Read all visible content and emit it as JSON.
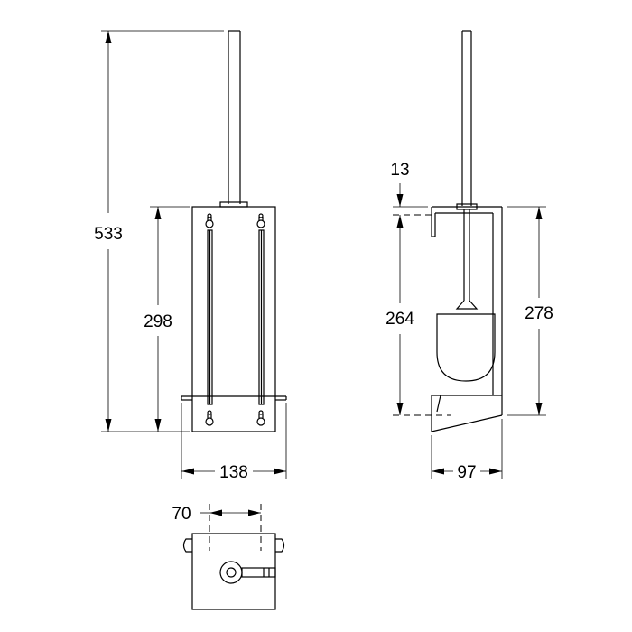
{
  "dimensions": {
    "total_height": "533",
    "front_body_height": "298",
    "front_width": "138",
    "side_gap": "13",
    "side_inner_height": "264",
    "side_body_height": "278",
    "side_depth": "97",
    "top_hole_spacing": "70"
  }
}
